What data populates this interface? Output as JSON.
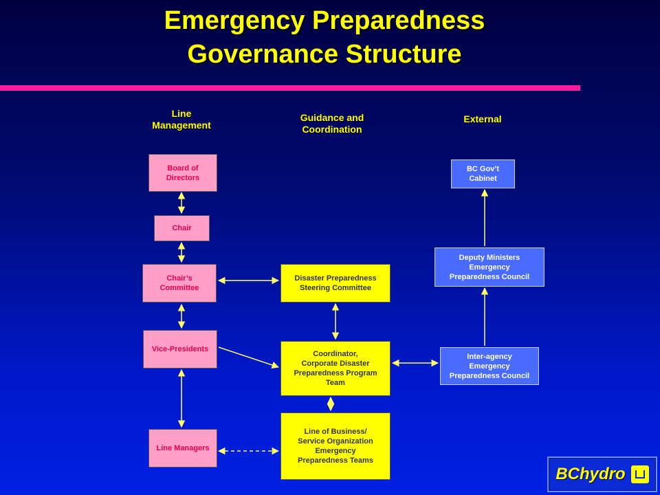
{
  "title": {
    "line1": "Emergency Preparedness",
    "line2": "Governance Structure"
  },
  "columns": {
    "line_management": "Line\nManagement",
    "guidance": "Guidance and\nCoordination",
    "external": "External"
  },
  "boxes": {
    "board": "Board of\nDirectors",
    "chair": "Chair",
    "chairs_committee": "Chair’s\nCommittee",
    "vice_presidents": "Vice-Presidents",
    "line_managers": "Line Managers",
    "steering_committee": "Disaster Preparedness\nSteering Committee",
    "coordinator": "Coordinator,\nCorporate Disaster\nPreparedness Program\nTeam",
    "lob_teams": "Line of Business/\nService Organization\nEmergency\nPreparedness Teams",
    "cabinet": "BC Gov’t\nCabinet",
    "dm_council": "Deputy Ministers\nEmergency\nPreparedness Council",
    "interagency": "Inter-agency\nEmergency\nPreparedness Council"
  },
  "logo": {
    "text": "BChydro",
    "icon": "bchydro-mark-icon"
  },
  "colors": {
    "title": "#ffff00",
    "divider": "#ff1ca0",
    "line_mgmt_box": "#ff9fc8",
    "line_mgmt_text": "#e8004a",
    "guidance_box": "#ffff00",
    "external_box": "#4a6bff",
    "connector": "#ffff66"
  }
}
